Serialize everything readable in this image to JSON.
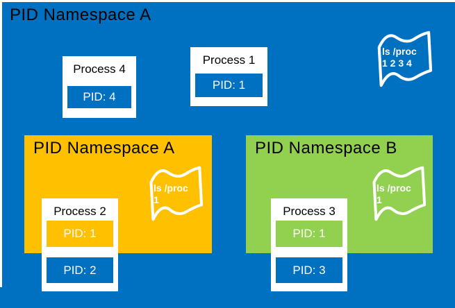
{
  "colors": {
    "blue": "#0070C0",
    "orange": "#FFC000",
    "green": "#92D050",
    "card_white": "#FFFFFF",
    "text_black": "#000000",
    "text_white": "#FFFFFF"
  },
  "root": {
    "title": "PID Namespace A",
    "flag": {
      "line1": "ls /proc",
      "line2": "1 2 3 4"
    }
  },
  "process4": {
    "title": "Process 4",
    "pid": "PID: 4"
  },
  "process1": {
    "title": "Process 1",
    "pid": "PID: 1"
  },
  "namespace_orange": {
    "title": "PID Namespace A",
    "flag": {
      "line1": "ls /proc",
      "line2": "1"
    },
    "process": {
      "title": "Process 2",
      "pid_inner": "PID: 1",
      "pid_outer": "PID: 2"
    }
  },
  "namespace_green": {
    "title": "PID Namespace B",
    "flag": {
      "line1": "ls /proc",
      "line2": "1"
    },
    "process": {
      "title": "Process 3",
      "pid_inner": "PID: 1",
      "pid_outer": "PID: 3"
    }
  }
}
